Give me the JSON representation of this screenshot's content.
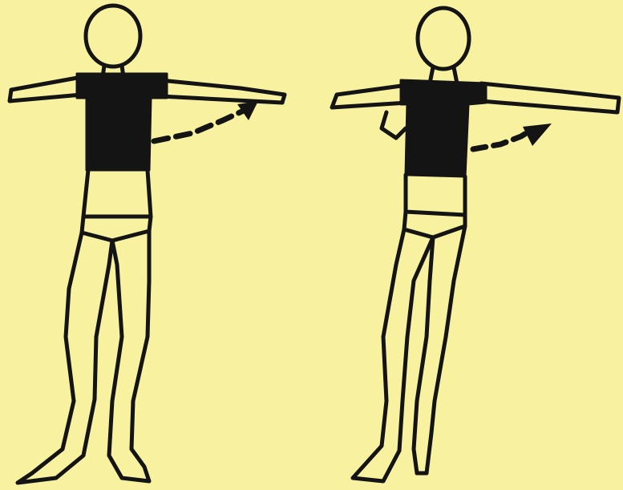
{
  "colors": {
    "background": "#f8f1a0",
    "ink": "#141414"
  },
  "figures": [
    {
      "id": "left",
      "pose": "arms-out-standing",
      "arrow_icon": "dashed-curved-arrow-icon"
    },
    {
      "id": "right",
      "pose": "arms-out-twisting",
      "arrow_icon": "dashed-curved-arrow-icon"
    }
  ]
}
